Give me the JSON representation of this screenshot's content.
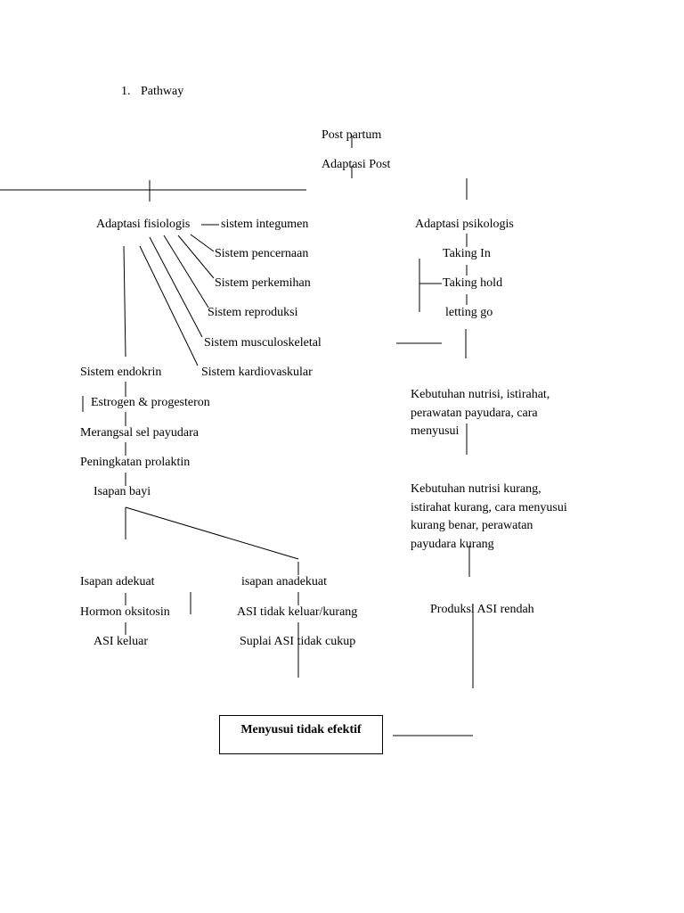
{
  "heading": {
    "number": "1.",
    "title": "Pathway"
  },
  "top": {
    "post_partum": "Post partum",
    "adaptasi_post": "Adaptasi Post"
  },
  "left_branch": {
    "fisiologis": "Adaptasi fisiologis",
    "integumen": "sistem integumen",
    "pencernaan": "Sistem pencernaan",
    "perkemihan": "Sistem perkemihan",
    "reproduksi": "Sistem reproduksi",
    "musculoskeletal": "Sistem musculoskeletal",
    "kardiovaskular": "Sistem kardiovaskular",
    "endokrin": "Sistem endokrin",
    "estrogen": "Estrogen & progesteron",
    "merangsal": "Merangsal sel payudara",
    "prolaktin": "Peningkatan prolaktin",
    "isapan_bayi": "Isapan bayi"
  },
  "outcomes": {
    "isapan_adekuat": "Isapan adekuat",
    "hormon_oksitosin": "Hormon oksitosin",
    "asi_keluar": "ASI keluar",
    "isapan_anadekuat": "isapan anadekuat",
    "asi_tidak_keluar": "ASI tidak keluar/kurang",
    "suplai_asi": "Suplai ASI tidak cukup"
  },
  "right_branch": {
    "psikologis": "Adaptasi psikologis",
    "taking_in": "Taking In",
    "taking_hold": "Taking hold",
    "letting_go": "letting go",
    "kebutuhan_1": "Kebutuhan nutrisi, istirahat, perawatan payudara, cara menyusui",
    "kebutuhan_2": "Kebutuhan nutrisi kurang, istirahat kurang, cara menyusui kurang benar, perawatan payudara kurang",
    "produksi_asi": "Produksi ASI rendah"
  },
  "result": {
    "label": "Menyusui tidak efektif"
  }
}
